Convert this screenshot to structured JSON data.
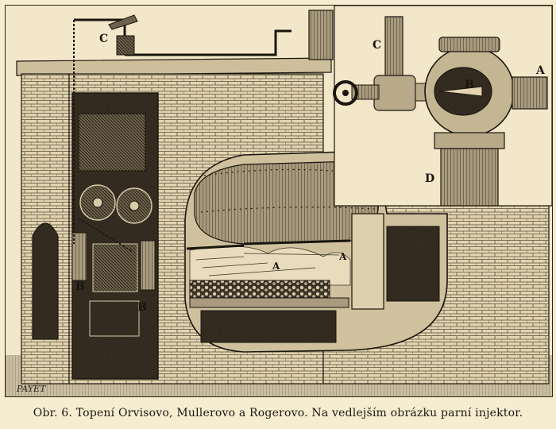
{
  "caption": "Obr. 6. Topení Orvisovo, Mullerovo a Rogerovo.  Na vedlejším obrázku parní injektor.",
  "figure": {
    "engraver_signature": "PAYET",
    "boiler_labels": {
      "c": "C",
      "b_left": "B",
      "b_right": "B",
      "a_left": "A",
      "a_right": "A"
    },
    "injector_labels": {
      "c": "C",
      "b": "B",
      "a": "A",
      "d": "D"
    }
  },
  "colors": {
    "ink": "#1a160f",
    "paper": "#f3e7c9",
    "shade": "#3a3226",
    "mid": "#8a7c62"
  }
}
